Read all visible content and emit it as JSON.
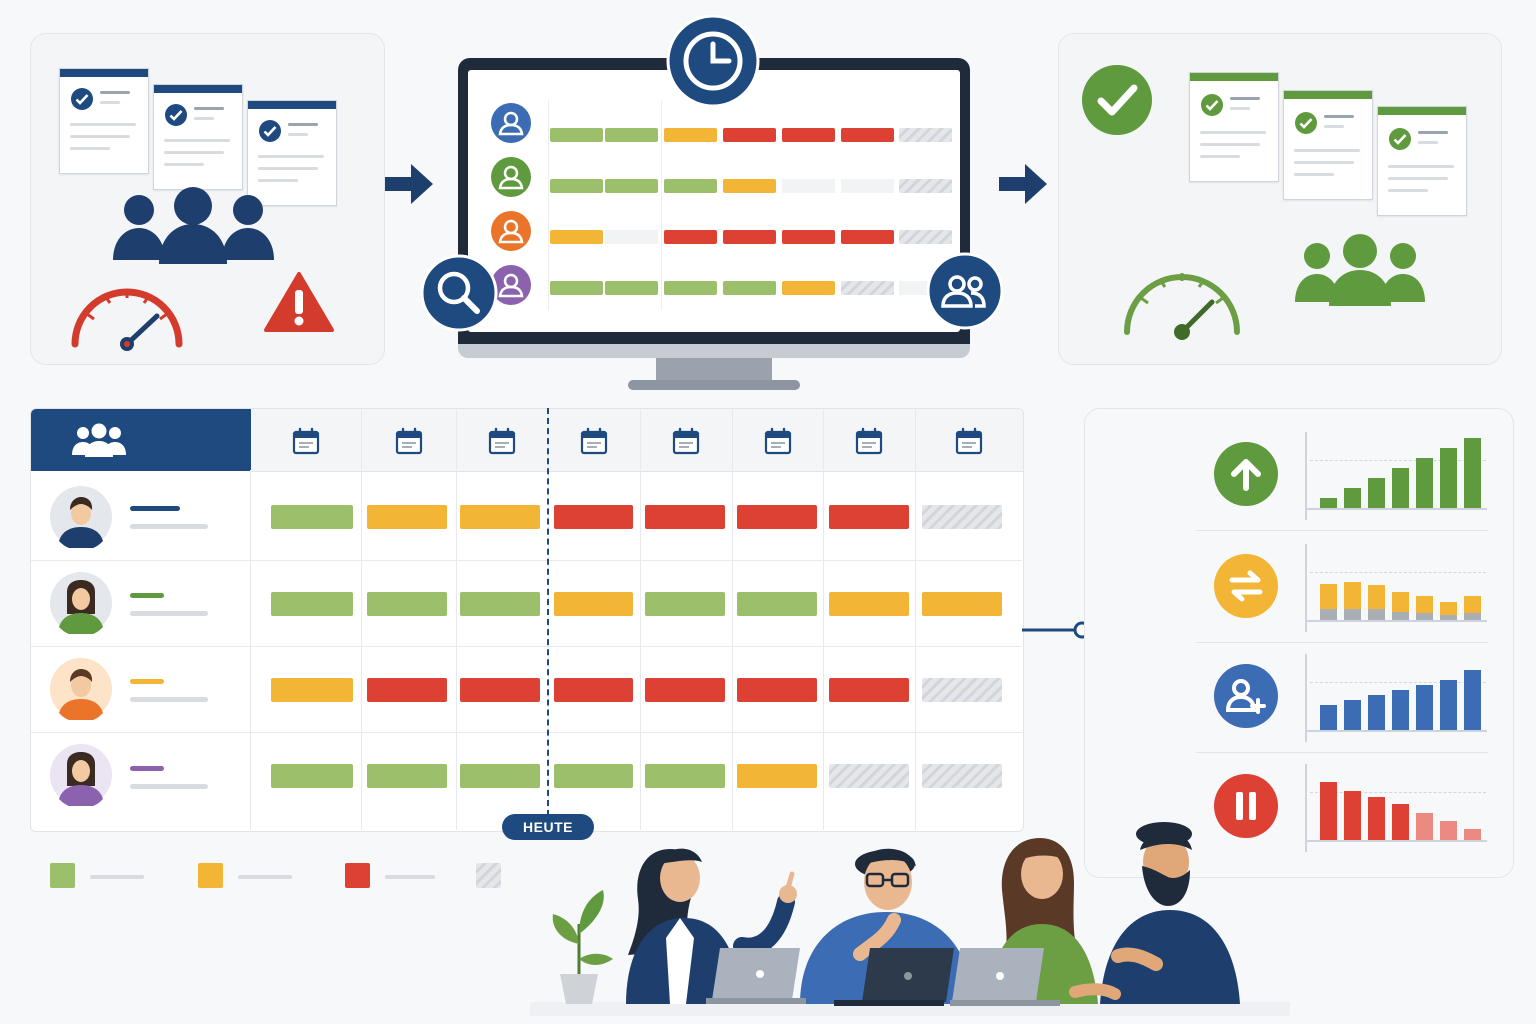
{
  "today_label": "HEUTE",
  "colors": {
    "navy": "#1e4a80",
    "green": "#9cbf6b",
    "dark_green": "#5f9a3e",
    "yellow": "#f2b535",
    "red": "#dd4133",
    "hatched": "#d8dbe0"
  },
  "icons": [
    "check-icon",
    "team-icon",
    "speedometer-icon",
    "warning-icon",
    "clock-icon",
    "search-icon",
    "calendar-icon",
    "arrow-up-icon",
    "swap-icon",
    "add-user-icon",
    "pause-icon",
    "plant-icon",
    "laptop-icon"
  ],
  "schedule_rows": [
    [
      "g",
      "y",
      "y",
      "r",
      "r",
      "r",
      "r",
      "h"
    ],
    [
      "g",
      "g",
      "g",
      "y",
      "g",
      "g",
      "y",
      "y"
    ],
    [
      "y",
      "r",
      "r",
      "r",
      "r",
      "r",
      "r",
      "h"
    ],
    [
      "g",
      "g",
      "g",
      "g",
      "g",
      "y",
      "h",
      "h"
    ]
  ],
  "monitor_rows": [
    [
      "g",
      "g",
      "y",
      "r",
      "r",
      "r",
      "h"
    ],
    [
      "g",
      "g",
      "g",
      "y",
      "e",
      "e",
      "h"
    ],
    [
      "y",
      "e",
      "r",
      "r",
      "r",
      "r",
      "h"
    ],
    [
      "g",
      "g",
      "g",
      "g",
      "y",
      "h",
      "e"
    ]
  ],
  "legend": [
    "g",
    "y",
    "r",
    "h"
  ],
  "option_charts": [
    {
      "icon": "arrow-up-icon",
      "color": "#5f9a3e",
      "values": [
        1,
        2,
        3,
        4,
        5,
        6,
        7
      ]
    },
    {
      "icon": "swap-icon",
      "color": "#f2b535",
      "values": [
        3.6,
        3.8,
        3.5,
        2.8,
        2.4,
        1.8,
        2.4
      ]
    },
    {
      "icon": "add-user-icon",
      "color": "#3b6cb4",
      "values": [
        2.5,
        3,
        3.5,
        4,
        4.5,
        5,
        6
      ]
    },
    {
      "icon": "pause-icon",
      "color": "#dd4133",
      "values": [
        5.8,
        4.9,
        4.3,
        3.6,
        2.7,
        1.9,
        1.1
      ]
    }
  ]
}
